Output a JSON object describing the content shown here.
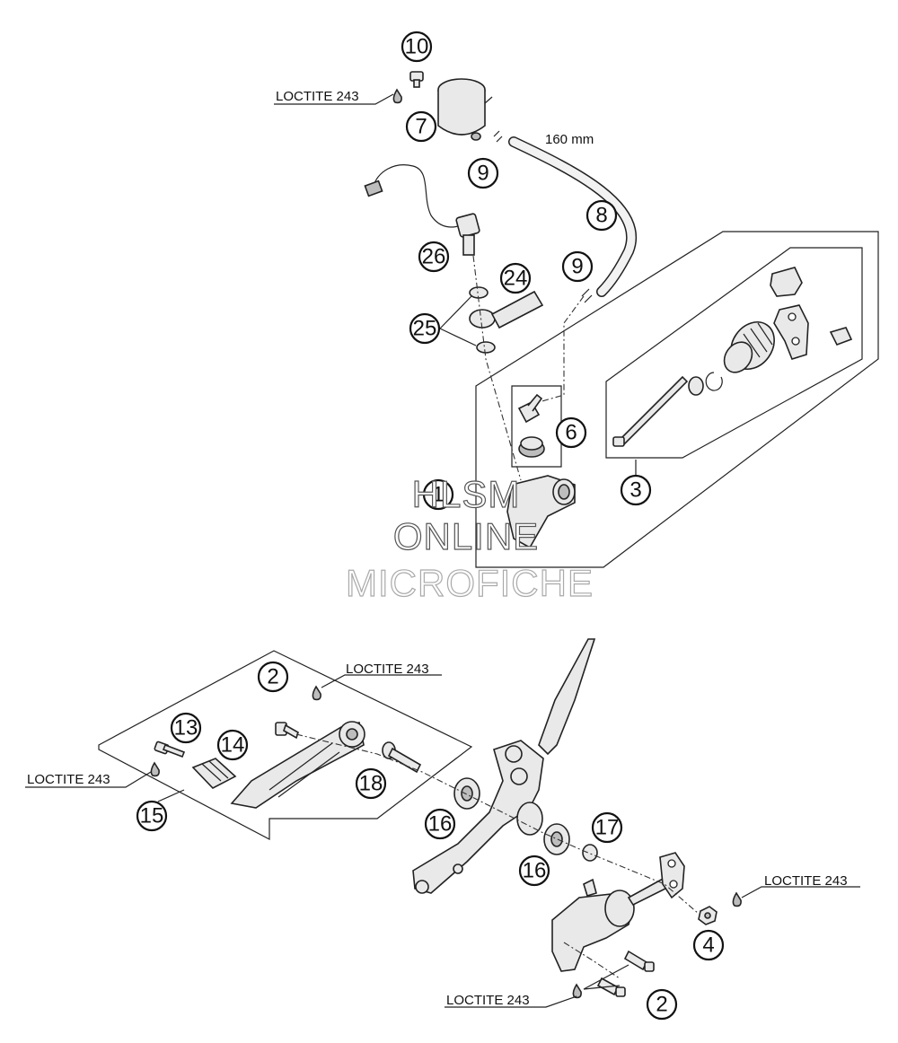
{
  "watermark": {
    "line1": "HLSM",
    "line2": "ONLINE",
    "line3": "MICROFICHE"
  },
  "hose_length_label": "160 mm",
  "loctite_label": "LOCTITE 243",
  "part_numbers": [
    "10",
    "7",
    "9",
    "8",
    "26",
    "24",
    "9",
    "25",
    "6",
    "3",
    "1",
    "2",
    "13",
    "14",
    "18",
    "15",
    "16",
    "17",
    "16",
    "4",
    "2"
  ]
}
